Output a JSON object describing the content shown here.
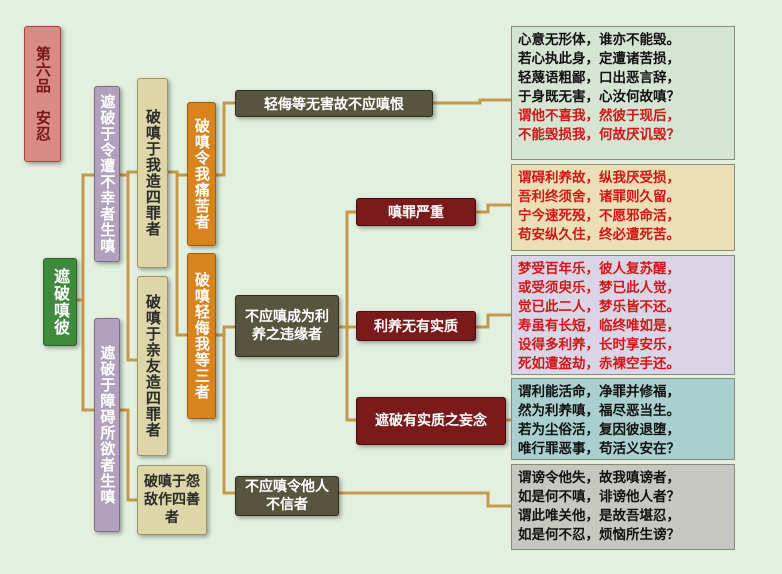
{
  "title": "第六品　安忍",
  "root": "遮破嗔彼",
  "branches": {
    "b1": "遮破于令遭不幸者生嗔",
    "b2": "遮破于障碍所欲者生嗔"
  },
  "sub": {
    "s1": "破嗔于我造四罪者",
    "s2": "破嗔于亲友造四罪者",
    "s3": "破嗔于怨敌作四善者"
  },
  "mid": {
    "m1": "破嗔令我痛苦者",
    "m2": "破嗔轻侮我等三者"
  },
  "heads": {
    "h1": "轻侮等无害故不应嗔恨",
    "h2": "不应嗔成为利养之违缘者",
    "h3": "不应嗔令他人不信者"
  },
  "leaves": {
    "l1": "嗔罪严重",
    "l2": "利养无有实质",
    "l3": "遮破有实质之妄念"
  },
  "texts": {
    "t1": {
      "black": [
        "心意无形体，谁亦不能毁。",
        "若心执此身，定遭诸苦损，",
        "轻蔑语粗鄙，口出恶言辞，",
        "于身既无害，心汝何故嗔？"
      ],
      "red": [
        "谓他不喜我，然彼于现后，",
        "不能毁损我，何故厌讥毁？"
      ]
    },
    "t2": {
      "red": [
        "谓碍利养故，纵我厌受损，",
        "吾利终须舍，诸罪则久留。",
        "宁今速死殁，不愿邪命活，",
        "苟安纵久住，终必遭死苦。"
      ]
    },
    "t3": {
      "red": [
        "梦受百年乐，彼人复苏醒，",
        "或受须臾乐，梦已此人觉，",
        "觉已此二人，梦乐皆不还。",
        "寿虽有长短，临终唯如是，",
        "设得多利养，长时享安乐，",
        "死如遭盗劫，赤裸空手还。"
      ]
    },
    "t4": {
      "black": [
        "谓利能活命，净罪并修福，",
        "然为利养嗔，福尽恶当生。",
        "若为尘俗活，复因彼退堕，",
        "唯行罪恶事，苟活义安在？"
      ]
    },
    "t5": {
      "black": [
        "谓谤令他失，故我嗔谤者，",
        "如是何不嗔，诽谤他人者？",
        "谓此唯关他，是故吾堪忍，",
        "如是何不忍，烦恼所生谤？"
      ]
    }
  },
  "colors": {
    "title_bg": "#d98c86",
    "root_bg": "#3f8a3c",
    "branch_bg": "#b2a0bf",
    "sub_bg": "#ddd6a8",
    "mid_bg": "#d9831c",
    "head_bg": "#57553e",
    "leaf_bg": "#7a1a1a",
    "connector": "#c49a4a",
    "text_red": "#d11616"
  }
}
